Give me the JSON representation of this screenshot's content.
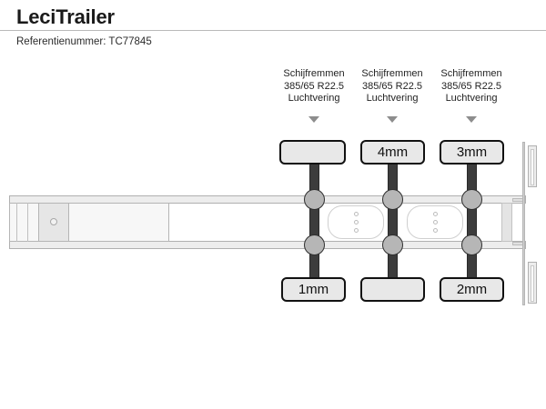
{
  "header": {
    "title": "LeciTrailer",
    "reference_label": "Referentienummer:",
    "reference_value": "TC77845",
    "reference_line": "Referentienummer: TC77845"
  },
  "diagram": {
    "name": "semi-trailer-side-view",
    "axle_count": 3,
    "axles": [
      {
        "index": 1,
        "brake_type": "Schijfremmen",
        "tyre_size": "385/65 R22.5",
        "suspension": "Luchtvering",
        "top_tread": "",
        "bottom_tread": "1mm"
      },
      {
        "index": 2,
        "brake_type": "Schijfremmen",
        "tyre_size": "385/65 R22.5",
        "suspension": "Luchtvering",
        "top_tread": "4mm",
        "bottom_tread": ""
      },
      {
        "index": 3,
        "brake_type": "Schijfremmen",
        "tyre_size": "385/65 R22.5",
        "suspension": "Luchtvering",
        "top_tread": "3mm",
        "bottom_tread": "2mm"
      }
    ]
  },
  "colors": {
    "background": "#ffffff",
    "text": "#222222",
    "rule": "#b9b9b9",
    "chassis_fill": "#ededed",
    "chassis_stroke": "#b0b0b0",
    "axle_dark": "#3c3c3c",
    "hub_fill": "#b6b6b6",
    "badge_fill": "#e8e8e8",
    "badge_stroke": "#111111",
    "arrow": "#8d8d8d"
  }
}
